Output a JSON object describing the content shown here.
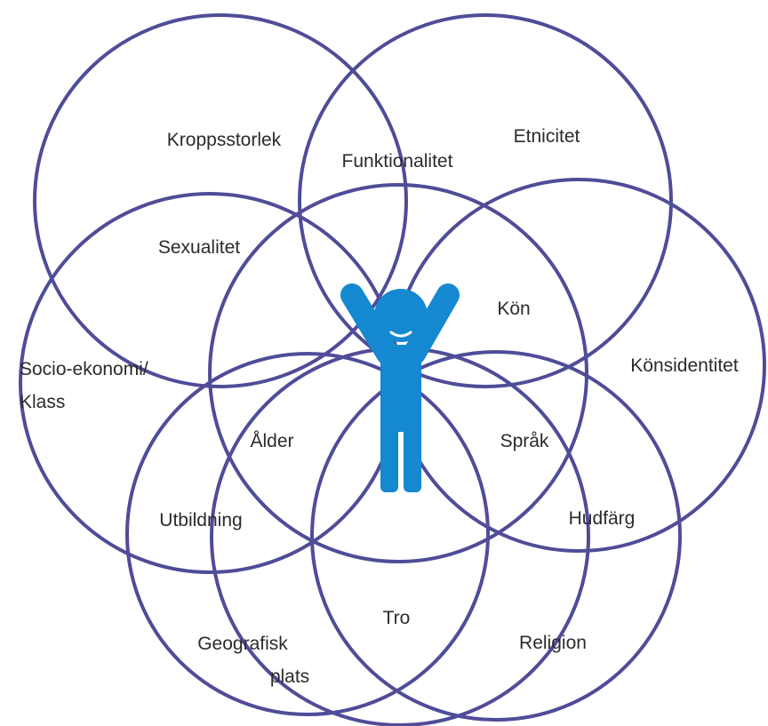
{
  "labels": {
    "kroppsstorlek": "Kroppsstorlek",
    "funktionalitet": "Funktionalitet",
    "etnicitet": "Etnicitet",
    "sexualitet": "Sexualitet",
    "kon": "Kön",
    "socio_line1": "Socio-ekonomi/",
    "socio_line2": "Klass",
    "konsidentitet": "Könsidentitet",
    "alder": "Ålder",
    "sprak": "Språk",
    "utbildning": "Utbildning",
    "hudfarg": "Hudfärg",
    "tro": "Tro",
    "geografisk_line1": "Geografisk",
    "geografisk_line2": "plats",
    "religion": "Religion"
  },
  "colors": {
    "ring": "#4f4c98",
    "person": "#1488d0",
    "text": "#2b2b2b",
    "background": "#ffffff"
  },
  "icons": {
    "center": "person-arms-raised-icon"
  }
}
